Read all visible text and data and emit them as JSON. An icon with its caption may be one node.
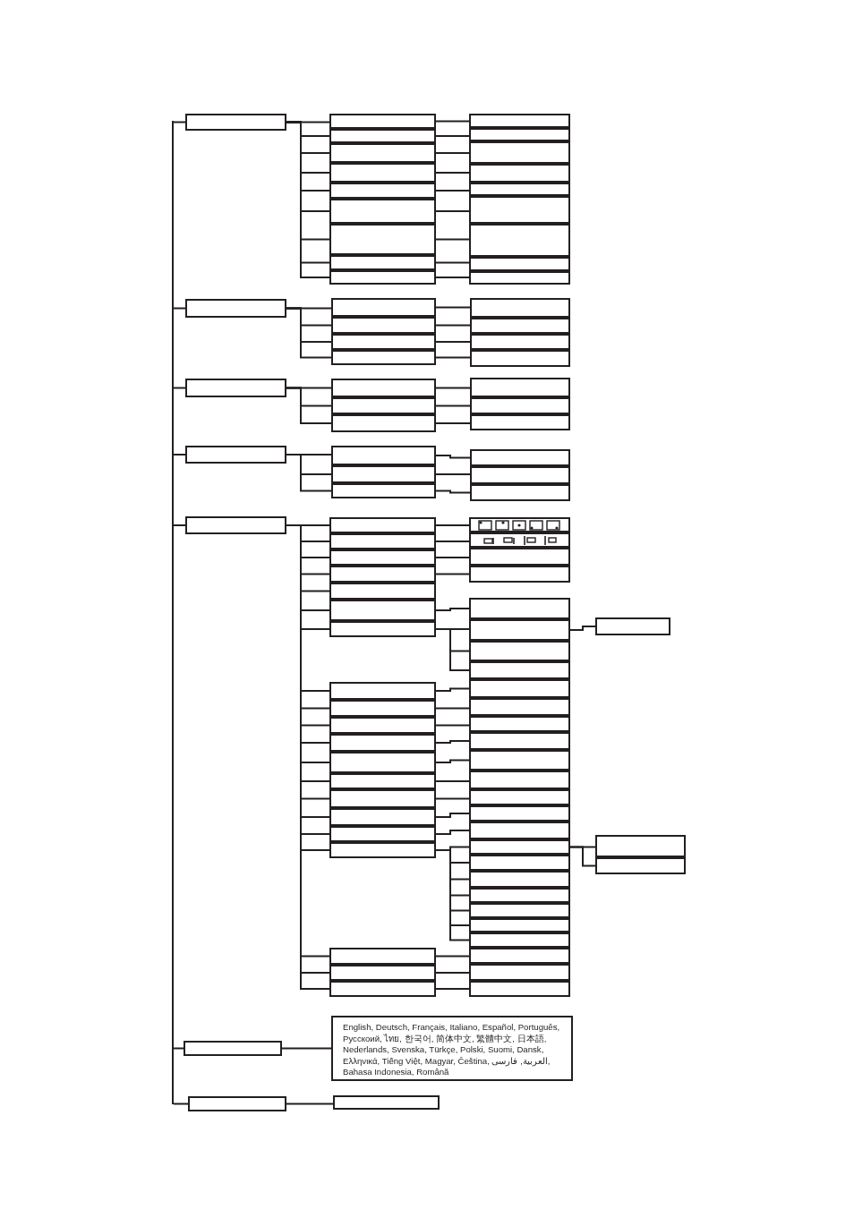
{
  "diagram": {
    "nodes": [
      {
        "text": [],
        "shape": "box"
      },
      {
        "text": [],
        "shape": "box"
      },
      {
        "text": [],
        "shape": "box"
      },
      {
        "text": [],
        "shape": "box"
      },
      {
        "text": [],
        "shape": "box"
      },
      {
        "text": [],
        "shape": "box"
      },
      {
        "text": [],
        "shape": "box"
      },
      {
        "text": [],
        "shape": "box"
      },
      {
        "text": [],
        "shape": "box"
      },
      {
        "text": [],
        "shape": "box"
      },
      {
        "text": [],
        "shape": "box"
      },
      {
        "text": [],
        "shape": "box"
      },
      {
        "text": [],
        "shape": "box"
      },
      {
        "text": [],
        "shape": "box"
      },
      {
        "text": [],
        "shape": "box"
      },
      {
        "text": [],
        "shape": "box"
      },
      {
        "text": [],
        "shape": "box"
      },
      {
        "text": [],
        "shape": "box"
      },
      {
        "text": [],
        "shape": "box"
      },
      {
        "text": [],
        "shape": "box"
      },
      {
        "text": [],
        "shape": "box"
      },
      {
        "text": [],
        "shape": "box"
      },
      {
        "text": [],
        "shape": "box"
      },
      {
        "text": [],
        "shape": "box"
      },
      {
        "text": [],
        "shape": "box"
      },
      {
        "text": [],
        "shape": "box"
      },
      {
        "text": [],
        "shape": "box"
      },
      {
        "text": [],
        "shape": "box"
      },
      {
        "text": [],
        "shape": "box"
      },
      {
        "text": [],
        "shape": "box"
      },
      {
        "text": [],
        "shape": "box"
      },
      {
        "text": [],
        "shape": "box"
      },
      {
        "text": [],
        "shape": "box"
      },
      {
        "text": [],
        "shape": "box"
      },
      {
        "text": [],
        "shape": "box"
      },
      {
        "text": [],
        "shape": "box"
      },
      {
        "text": [],
        "shape": "box"
      },
      {
        "text": [],
        "shape": "box"
      },
      {
        "text": [],
        "shape": "box"
      },
      {
        "text": [],
        "shape": "box"
      },
      {
        "text": [],
        "shape": "box"
      },
      {
        "text": [],
        "shape": "box"
      },
      {
        "text": [],
        "shape": "box"
      },
      {
        "text": [],
        "shape": "box"
      },
      {
        "text": [],
        "shape": "box"
      },
      {
        "text": [],
        "shape": "box"
      },
      {
        "text": [],
        "shape": "box"
      },
      {
        "text": [],
        "shape": "box"
      },
      {
        "text": [],
        "shape": "box"
      },
      {
        "text": [],
        "shape": "box"
      },
      {
        "text": [],
        "shape": "picture"
      },
      {
        "text": [],
        "shape": "picture"
      },
      {
        "text": [],
        "shape": "box"
      },
      {
        "text": [],
        "shape": "box"
      },
      {
        "text": [],
        "shape": "box"
      },
      {
        "text": [],
        "shape": "box"
      },
      {
        "text": [],
        "shape": "box"
      },
      {
        "text": [],
        "shape": "box"
      },
      {
        "text": [],
        "shape": "box"
      },
      {
        "text": [],
        "shape": "box"
      },
      {
        "text": [],
        "shape": "box"
      },
      {
        "text": [],
        "shape": "box"
      },
      {
        "text": [],
        "shape": "box"
      },
      {
        "text": [],
        "shape": "box"
      },
      {
        "text": [],
        "shape": "box"
      },
      {
        "text": [],
        "shape": "box"
      },
      {
        "text": [],
        "shape": "box"
      },
      {
        "text": [],
        "shape": "box"
      },
      {
        "text": [],
        "shape": "box"
      },
      {
        "text": [],
        "shape": "box"
      },
      {
        "text": [],
        "shape": "box"
      },
      {
        "text": [],
        "shape": "box"
      },
      {
        "text": [],
        "shape": "box"
      },
      {
        "text": [],
        "shape": "box"
      },
      {
        "text": [],
        "shape": "box"
      },
      {
        "text": [],
        "shape": "box"
      },
      {
        "text": [],
        "shape": "box"
      },
      {
        "text": [],
        "shape": "box"
      },
      {
        "text": [],
        "shape": "box"
      },
      {
        "text": [],
        "shape": "box"
      },
      {
        "text": [],
        "shape": "box"
      },
      {
        "text": [],
        "shape": "box"
      },
      {
        "text": [],
        "shape": "box"
      },
      {
        "text": [],
        "shape": "box"
      },
      {
        "text": [],
        "shape": "box"
      },
      {
        "text": [],
        "shape": "box"
      },
      {
        "text": [],
        "shape": "box"
      },
      {
        "text": [],
        "shape": "box"
      },
      {
        "text": [],
        "shape": "box"
      },
      {
        "text": [],
        "shape": "box"
      },
      {
        "text": [],
        "shape": "box"
      },
      {
        "text": [],
        "shape": "box"
      },
      {
        "text": [],
        "shape": "box"
      },
      {
        "text": [],
        "shape": "box"
      },
      {
        "text": [
          "English, Deutsch, Français, Italiano, Español, Português, Русскоий, ไทย, 한국어, 简体中文, 繁體中文, 日本語, Nederlands, Svenska, Türkçe, Polski, Suomi, Dansk, Ελληνικά, Tiếng Việt, Magyar, Čeština, العربية, فارسی, Bahasa Indonesia, Română"
        ]
      },
      {
        "text": [],
        "shape": "box"
      },
      {
        "text": [],
        "shape": "box"
      },
      {
        "text": [],
        "shape": "bar"
      }
    ],
    "edges": [
      {
        "from": 0,
        "to": 1,
        "arrow": "none"
      },
      {
        "from": 0,
        "to": 2,
        "arrow": "none"
      },
      {
        "from": 0,
        "to": 3,
        "arrow": "none"
      },
      {
        "from": 0,
        "to": 4,
        "arrow": "none"
      },
      {
        "from": 0,
        "to": 5,
        "arrow": "none"
      },
      {
        "from": 0,
        "to": 6,
        "arrow": "none"
      },
      {
        "from": 0,
        "to": 7,
        "arrow": "none"
      },
      {
        "from": 0,
        "to": 8,
        "arrow": "none"
      },
      {
        "from": 0,
        "to": 9,
        "arrow": "none"
      },
      {
        "from": 1,
        "to": 10,
        "arrow": "none"
      },
      {
        "from": 2,
        "to": 11,
        "arrow": "none"
      },
      {
        "from": 3,
        "to": 12,
        "arrow": "none"
      },
      {
        "from": 4,
        "to": 13,
        "arrow": "none"
      },
      {
        "from": 5,
        "to": 14,
        "arrow": "none"
      },
      {
        "from": 6,
        "to": 15,
        "arrow": "none"
      },
      {
        "from": 7,
        "to": 16,
        "arrow": "none"
      },
      {
        "from": 8,
        "to": 17,
        "arrow": "none"
      },
      {
        "from": 9,
        "to": 18,
        "arrow": "none"
      },
      {
        "from": 19,
        "to": 20,
        "arrow": "none"
      },
      {
        "from": 19,
        "to": 21,
        "arrow": "none"
      },
      {
        "from": 19,
        "to": 22,
        "arrow": "none"
      },
      {
        "from": 19,
        "to": 23,
        "arrow": "none"
      },
      {
        "from": 20,
        "to": 24,
        "arrow": "none"
      },
      {
        "from": 21,
        "to": 25,
        "arrow": "none"
      },
      {
        "from": 22,
        "to": 26,
        "arrow": "none"
      },
      {
        "from": 23,
        "to": 27,
        "arrow": "none"
      },
      {
        "from": 28,
        "to": 29,
        "arrow": "none"
      },
      {
        "from": 28,
        "to": 30,
        "arrow": "none"
      },
      {
        "from": 28,
        "to": 31,
        "arrow": "none"
      },
      {
        "from": 29,
        "to": 32,
        "arrow": "none"
      },
      {
        "from": 30,
        "to": 33,
        "arrow": "none"
      },
      {
        "from": 31,
        "to": 34,
        "arrow": "none"
      },
      {
        "from": 35,
        "to": 36,
        "arrow": "none"
      },
      {
        "from": 35,
        "to": 37,
        "arrow": "none"
      },
      {
        "from": 35,
        "to": 38,
        "arrow": "none"
      },
      {
        "from": 36,
        "to": 39,
        "arrow": "none"
      },
      {
        "from": 37,
        "to": 40,
        "arrow": "none"
      },
      {
        "from": 38,
        "to": 41,
        "arrow": "none"
      },
      {
        "from": 42,
        "to": 43,
        "arrow": "none"
      },
      {
        "from": 42,
        "to": 44,
        "arrow": "none"
      },
      {
        "from": 42,
        "to": 45,
        "arrow": "none"
      },
      {
        "from": 42,
        "to": 46,
        "arrow": "none"
      },
      {
        "from": 42,
        "to": 47,
        "arrow": "none"
      },
      {
        "from": 42,
        "to": 48,
        "arrow": "none"
      },
      {
        "from": 42,
        "to": 49,
        "arrow": "none"
      },
      {
        "from": 42,
        "to": 78,
        "arrow": "none"
      },
      {
        "from": 42,
        "to": 79,
        "arrow": "none"
      },
      {
        "from": 42,
        "to": 80,
        "arrow": "none"
      },
      {
        "from": 42,
        "to": 81,
        "arrow": "none"
      },
      {
        "from": 42,
        "to": 82,
        "arrow": "none"
      },
      {
        "from": 42,
        "to": 83,
        "arrow": "none"
      },
      {
        "from": 42,
        "to": 84,
        "arrow": "none"
      },
      {
        "from": 42,
        "to": 85,
        "arrow": "none"
      },
      {
        "from": 42,
        "to": 86,
        "arrow": "none"
      },
      {
        "from": 42,
        "to": 87,
        "arrow": "none"
      },
      {
        "from": 42,
        "to": 90,
        "arrow": "none"
      },
      {
        "from": 42,
        "to": 91,
        "arrow": "none"
      },
      {
        "from": 42,
        "to": 92,
        "arrow": "none"
      },
      {
        "from": 43,
        "to": 50,
        "arrow": "none"
      },
      {
        "from": 44,
        "to": 51,
        "arrow": "none"
      },
      {
        "from": 45,
        "to": 52,
        "arrow": "none"
      },
      {
        "from": 46,
        "to": 53,
        "arrow": "none"
      },
      {
        "from": 48,
        "to": 54,
        "arrow": "none"
      },
      {
        "from": 49,
        "to": 55,
        "arrow": "none"
      },
      {
        "from": 49,
        "to": 56,
        "arrow": "none"
      },
      {
        "from": 49,
        "to": 57,
        "arrow": "none"
      },
      {
        "from": 55,
        "to": 77,
        "arrow": "none"
      },
      {
        "from": 78,
        "to": 58,
        "arrow": "none"
      },
      {
        "from": 79,
        "to": 59,
        "arrow": "none"
      },
      {
        "from": 80,
        "to": 60,
        "arrow": "none"
      },
      {
        "from": 81,
        "to": 61,
        "arrow": "none"
      },
      {
        "from": 82,
        "to": 62,
        "arrow": "none"
      },
      {
        "from": 83,
        "to": 63,
        "arrow": "none"
      },
      {
        "from": 84,
        "to": 64,
        "arrow": "none"
      },
      {
        "from": 85,
        "to": 65,
        "arrow": "none"
      },
      {
        "from": 86,
        "to": 66,
        "arrow": "none"
      },
      {
        "from": 87,
        "to": 67,
        "arrow": "none"
      },
      {
        "from": 87,
        "to": 68,
        "arrow": "none"
      },
      {
        "from": 87,
        "to": 69,
        "arrow": "none"
      },
      {
        "from": 87,
        "to": 70,
        "arrow": "none"
      },
      {
        "from": 87,
        "to": 71,
        "arrow": "none"
      },
      {
        "from": 87,
        "to": 72,
        "arrow": "none"
      },
      {
        "from": 87,
        "to": 73,
        "arrow": "none"
      },
      {
        "from": 67,
        "to": 88,
        "arrow": "none"
      },
      {
        "from": 67,
        "to": 89,
        "arrow": "none"
      },
      {
        "from": 90,
        "to": 74,
        "arrow": "none"
      },
      {
        "from": 91,
        "to": 75,
        "arrow": "none"
      },
      {
        "from": 92,
        "to": 76,
        "arrow": "none"
      },
      {
        "from": 93,
        "to": 94,
        "arrow": "none"
      },
      {
        "from": 95,
        "to": 96,
        "arrow": "none"
      },
      {
        "from": 97,
        "to": 0,
        "arrow": "none"
      },
      {
        "from": 97,
        "to": 19,
        "arrow": "none"
      },
      {
        "from": 97,
        "to": 28,
        "arrow": "none"
      },
      {
        "from": 97,
        "to": 35,
        "arrow": "none"
      },
      {
        "from": 97,
        "to": 42,
        "arrow": "none"
      },
      {
        "from": 97,
        "to": 93,
        "arrow": "none"
      },
      {
        "from": 97,
        "to": 95,
        "arrow": "none"
      }
    ]
  }
}
